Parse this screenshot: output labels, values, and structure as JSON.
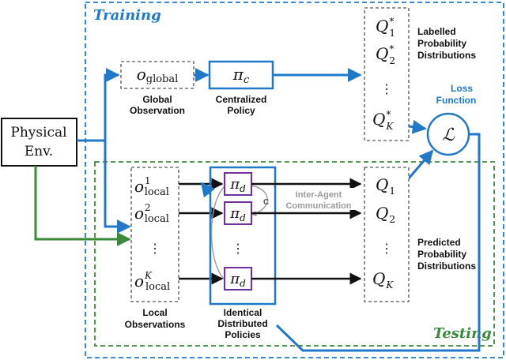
{
  "training_label": "Training",
  "testing_label": "Testing",
  "physical_env": {
    "line1": "Physical",
    "line2": "Env."
  },
  "global_obs": {
    "symbol": "o",
    "subscript": "global",
    "caption1": "Global",
    "caption2": "Observation"
  },
  "centralized_policy": {
    "symbol": "π",
    "subscript": "c",
    "caption1": "Centralized",
    "caption2": "Policy"
  },
  "labelled": {
    "items": [
      {
        "base": "Q",
        "sub": "1",
        "sup": "*"
      },
      {
        "base": "Q",
        "sub": "2",
        "sup": "*"
      },
      {
        "base": "Q",
        "sub": "K",
        "sup": "*"
      }
    ],
    "dots": "⋮",
    "caption": [
      "Labelled",
      "Probability",
      "Distributions"
    ]
  },
  "loss": {
    "symbol": "ℒ",
    "caption1": "Loss",
    "caption2": "Function"
  },
  "local_obs": {
    "items": [
      {
        "base": "o",
        "sub": "local",
        "sup": "1"
      },
      {
        "base": "o",
        "sub": "local",
        "sup": "2"
      },
      {
        "base": "o",
        "sub": "local",
        "sup": "K"
      }
    ],
    "dots": "⋮",
    "caption1": "Local",
    "caption2": "Observations"
  },
  "distributed": {
    "symbol": "π",
    "subscript": "d",
    "dots": "⋮",
    "caption": [
      "Identical",
      "Distributed",
      "Policies"
    ]
  },
  "communication": {
    "letter": "C",
    "line1": "Inter-Agent",
    "line2": "Communication"
  },
  "predicted": {
    "items": [
      {
        "base": "Q",
        "sub": "1"
      },
      {
        "base": "Q",
        "sub": "2"
      },
      {
        "base": "Q",
        "sub": "K"
      }
    ],
    "dots": "⋮",
    "caption": [
      "Predicted",
      "Probability",
      "Distributions"
    ]
  },
  "colors": {
    "blue": "#1f78c8",
    "green": "#3a8a3a",
    "purple": "#7030a0",
    "gray": "#555555",
    "comm_gray": "#9a9a9a",
    "black": "#111111"
  }
}
